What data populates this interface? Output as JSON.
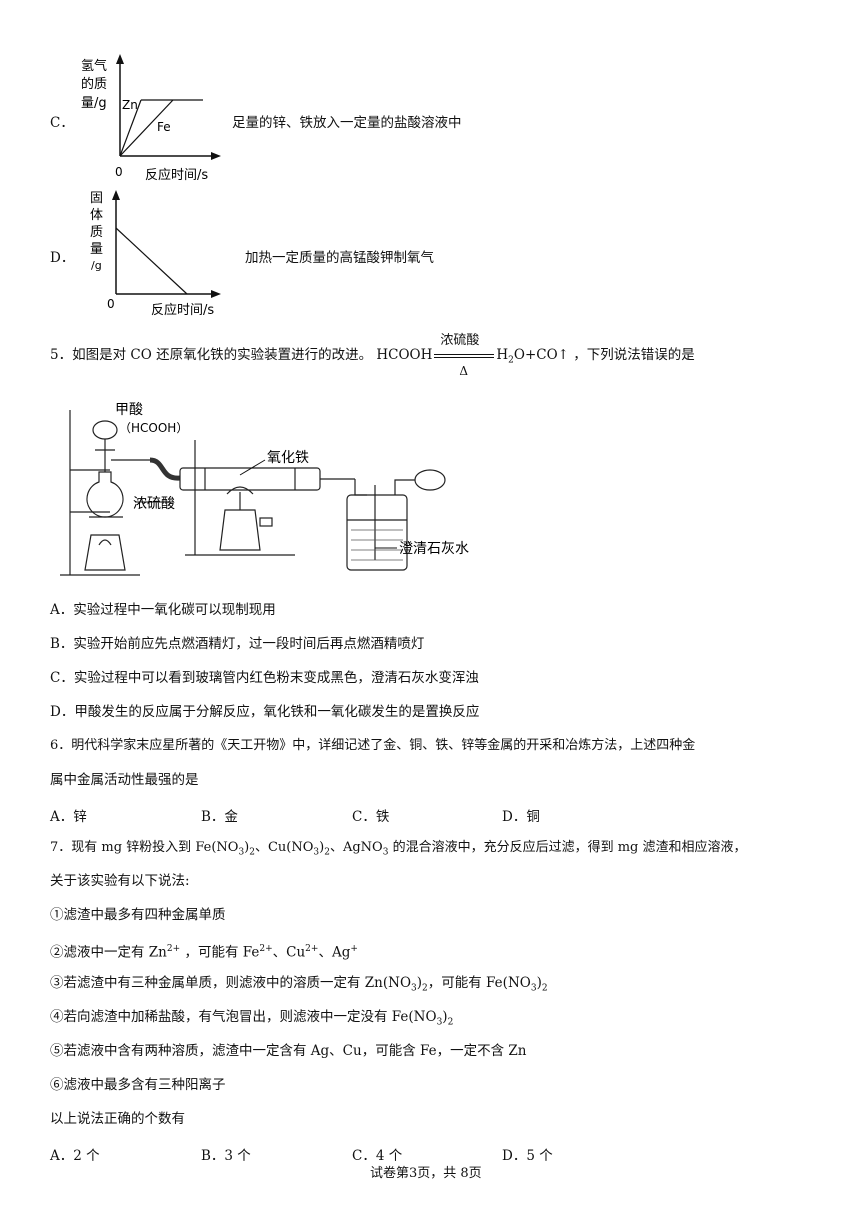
{
  "q4": {
    "optC": {
      "letter": "C．",
      "desc": "足量的锌、铁放入一定量的盐酸溶液中",
      "graph": {
        "ylabel": [
          "氢气",
          "的质",
          "量/g"
        ],
        "origin": "0",
        "xlabel": "反应时间/s",
        "zn": "Zn",
        "fe": "Fe"
      }
    },
    "optD": {
      "letter": "D．",
      "desc": "加热一定质量的高锰酸钾制氧气",
      "graph": {
        "ylabel": [
          "固",
          "体",
          "质",
          "量",
          "/g"
        ],
        "origin": "0",
        "xlabel": "反应时间/s"
      }
    }
  },
  "q5": {
    "stem_pre": "5．如图是对 CO 还原氧化铁的实验装置进行的改进。",
    "formula_left": "HCOOH",
    "formula_top": "浓硫酸",
    "formula_bottom": "Δ",
    "formula_right_h": "H",
    "formula_right_sub": "2",
    "formula_right_rest": "O+CO↑",
    "stem_post": "，下列说法错误的是",
    "figure": {
      "label_acid": "甲酸",
      "label_acid_formula": "（HCOOH）",
      "label_oxide": "氧化铁",
      "label_sulfuric": "浓硫酸",
      "label_limewater": "澄清石灰水"
    },
    "options": [
      "A．实验过程中一氧化碳可以现制现用",
      "B．实验开始前应先点燃酒精灯，过一段时间后再点燃酒精喷灯",
      "C．实验过程中可以看到玻璃管内红色粉末变成黑色，澄清石灰水变浑浊",
      "D．甲酸发生的反应属于分解反应，氧化铁和一氧化碳发生的是置换反应"
    ]
  },
  "q6": {
    "line1": "6．明代科学家末应星所著的《天工开物》中，详细记述了金、铜、铁、锌等金属的开采和冶炼方法，上述四种金",
    "line2": "属中金属活动性最强的是",
    "options": [
      "A．锌",
      "B．金",
      "C．铁",
      "D．铜"
    ]
  },
  "q7": {
    "line1_a": "7．现有 mg 锌粉投入到 Fe(NO",
    "line1_b": ")",
    "line1_c": "、Cu(NO",
    "line1_d": ")",
    "line1_e": "、AgNO",
    "line1_f": " 的混合溶液中，充分反应后过滤，得到 mg 滤渣和相应溶液，",
    "sub2": "2",
    "sub3": "3",
    "line2": "关于该实验有以下说法:",
    "s1": "①滤渣中最多有四种金属单质",
    "s2_a": "②滤液中一定有  Zn",
    "s2_b": " ，可能有  Fe",
    "s2_c": "、Cu",
    "s2_d": "、Ag",
    "sup2plus": "2+",
    "supplus": "+",
    "s3_a": "③若滤渣中有三种金属单质，则滤液中的溶质一定有  Zn(NO",
    "s3_b": ")",
    "s3_c": "，可能有  Fe(NO",
    "s3_d": ")",
    "s4_a": "④若向滤渣中加稀盐酸，有气泡冒出，则滤液中一定没有  Fe(NO",
    "s4_b": ")",
    "s5": "⑤若滤液中含有两种溶质，滤渣中一定含有 Ag、Cu，可能含  Fe，一定不含  Zn",
    "s6": "⑥滤液中最多含有三种阳离子",
    "ask": "以上说法正确的个数有",
    "options": [
      "A．2 个",
      "B．3 个",
      "C．4 个",
      "D．5 个"
    ]
  },
  "footer": "试卷第3页，共 8页"
}
